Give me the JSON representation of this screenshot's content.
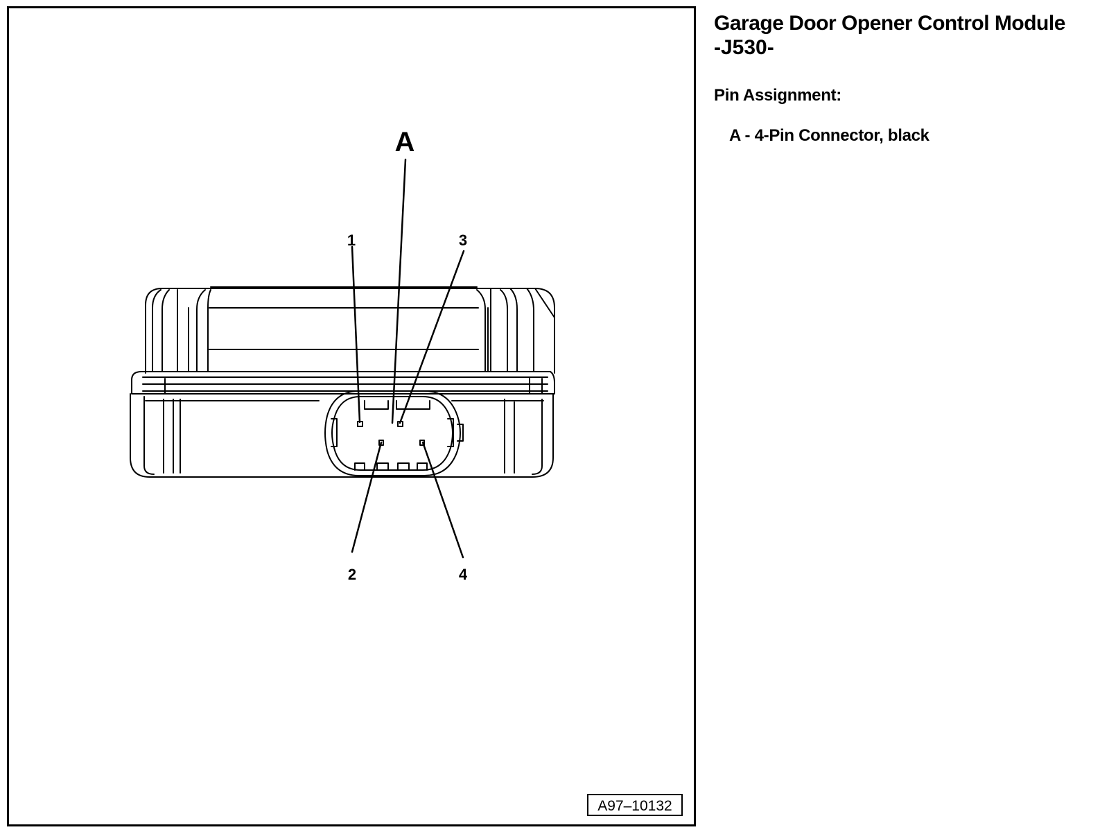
{
  "title": {
    "line1": "Garage Door Opener Control Module",
    "line2": "-J530-"
  },
  "pin_assignment": {
    "heading": "Pin Assignment:",
    "items": [
      {
        "key": "A",
        "separator": " - ",
        "description": "4-Pin Connector, black"
      }
    ]
  },
  "diagram": {
    "callouts": [
      "A",
      "1",
      "2",
      "3",
      "4"
    ],
    "figure_id": "A97–10132"
  },
  "colors": {
    "line": "#000000",
    "background": "#ffffff"
  }
}
